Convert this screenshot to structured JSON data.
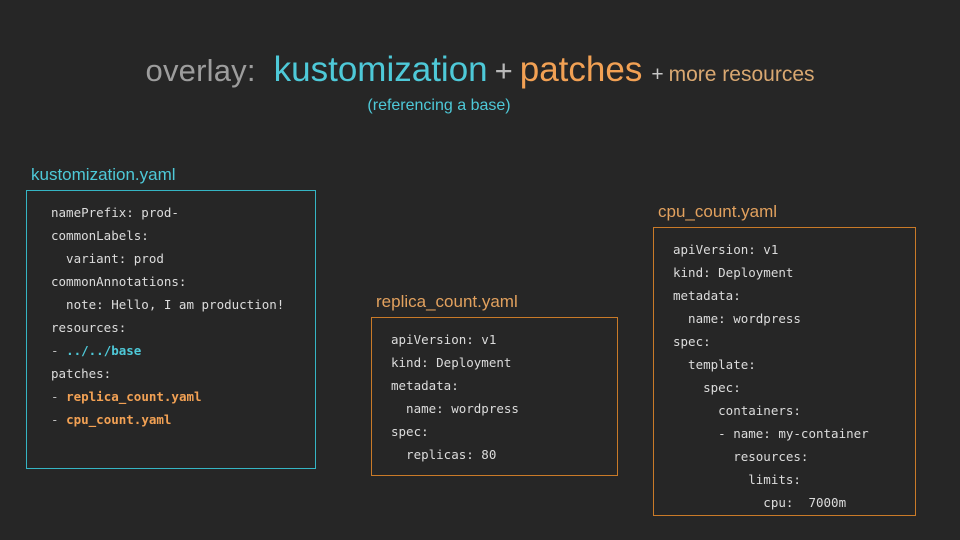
{
  "slide": {
    "background_color": "#262626",
    "title": {
      "prefix": "overlay:",
      "term1": "kustomization",
      "operator1": "+",
      "term2": "patches",
      "operator2": "+",
      "term3": "more resources",
      "subtitle": "(referencing a base)",
      "colors": {
        "prefix": "#9d9d9d",
        "term1": "#4ec9d8",
        "term2": "#f2a154",
        "term3": "#d9a871",
        "subtitle": "#4ec9d8"
      }
    }
  },
  "panels": {
    "kustomization": {
      "label": "kustomization.yaml",
      "border_color": "#35b5c4",
      "label_color": "#4ec9d8",
      "lines": [
        {
          "text": "namePrefix: prod-"
        },
        {
          "text": "commonLabels:"
        },
        {
          "text": "  variant: prod"
        },
        {
          "text": "commonAnnotations:"
        },
        {
          "text": "  note: Hello, I am production!"
        },
        {
          "text": "resources:"
        },
        {
          "text": "- ../../base",
          "highlight": "cyan"
        },
        {
          "text": "patches:"
        },
        {
          "text": "- replica_count.yaml",
          "highlight": "orange"
        },
        {
          "text": "- cpu_count.yaml",
          "highlight": "orange"
        }
      ]
    },
    "replica_count": {
      "label": "replica_count.yaml",
      "border_color": "#c97a28",
      "label_color": "#e2a15e",
      "lines": [
        {
          "text": "apiVersion: v1"
        },
        {
          "text": "kind: Deployment"
        },
        {
          "text": "metadata:"
        },
        {
          "text": "  name: wordpress"
        },
        {
          "text": "spec:"
        },
        {
          "text": "  replicas: 80"
        }
      ]
    },
    "cpu_count": {
      "label": "cpu_count.yaml",
      "border_color": "#c97a28",
      "label_color": "#e2a15e",
      "lines": [
        {
          "text": "apiVersion: v1"
        },
        {
          "text": "kind: Deployment"
        },
        {
          "text": "metadata:"
        },
        {
          "text": "  name: wordpress"
        },
        {
          "text": "spec:"
        },
        {
          "text": "  template:"
        },
        {
          "text": "    spec:"
        },
        {
          "text": "      containers:"
        },
        {
          "text": "      - name: my-container"
        },
        {
          "text": "        resources:"
        },
        {
          "text": "          limits:"
        },
        {
          "text": "            cpu:  7000m"
        }
      ]
    }
  }
}
